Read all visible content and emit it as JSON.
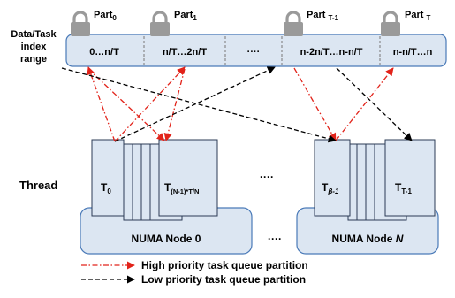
{
  "index_row": {
    "label_line1": "Data/Task",
    "label_line2": "index",
    "label_line3": "range",
    "ellipsis": "····"
  },
  "parts": [
    {
      "name_main": "Part",
      "name_sub": "0",
      "range": "0…n/T"
    },
    {
      "name_main": "Part",
      "name_sub": "1",
      "range": "n/T…2n/T"
    },
    {
      "name_main": "Part ",
      "name_sub": "T-1",
      "range": "n-2n/T…n-n/T"
    },
    {
      "name_main": "Part ",
      "name_sub": "T",
      "range": "n-n/T…n"
    }
  ],
  "threads": {
    "label": "Thread",
    "ellipsis": "····",
    "group0": {
      "first_main": "T",
      "first_sub": "0",
      "last_main": "T",
      "last_sub": "(N-1)*T/N"
    },
    "group1": {
      "first_main": "T",
      "first_sub": "β-1",
      "last_main": "T",
      "last_sub": "T-1"
    }
  },
  "numa": {
    "node0": "NUMA Node 0",
    "nodeN_main": "NUMA Node ",
    "nodeN_var": "N",
    "ellipsis": "····"
  },
  "legend": {
    "high": "High priority task queue partition",
    "low": "Low priority task queue partition"
  },
  "colors": {
    "high_priority_arrow": "#e2231a",
    "low_priority_arrow": "#000000",
    "box_fill": "#dce6f2",
    "lock": "#9a9a9a"
  }
}
